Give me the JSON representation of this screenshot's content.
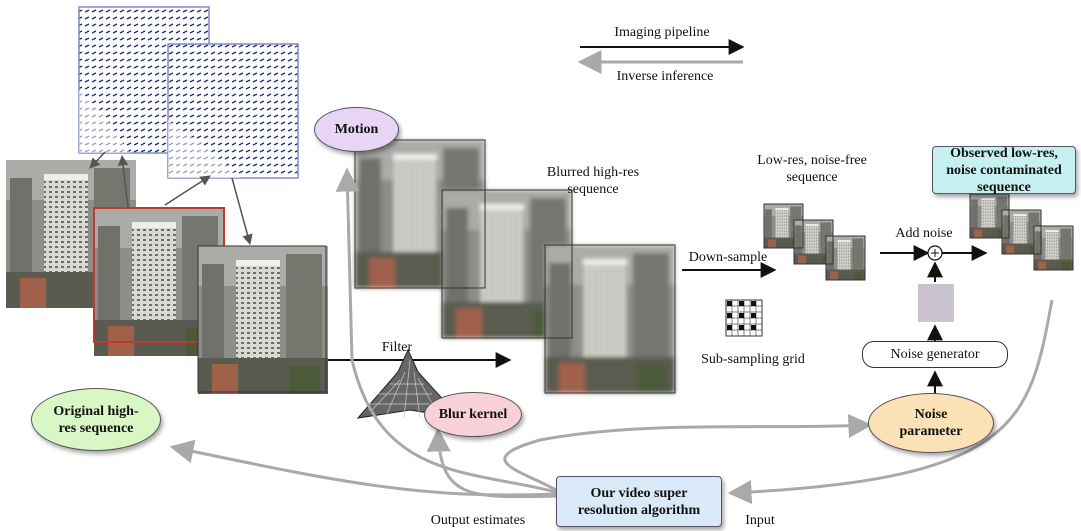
{
  "legend": {
    "forward": "Imaging pipeline",
    "inverse": "Inverse inference"
  },
  "nodes": {
    "motion": "Motion",
    "original": "Original high-res sequence",
    "blur_kernel": "Blur kernel",
    "noise_parameter": "Noise parameter",
    "observed": "Observed low-res, noise contaminated sequence",
    "algorithm": "Our video super resolution algorithm"
  },
  "labels": {
    "blurred": "Blurred high-res sequence",
    "lowres_clean": "Low-res, noise-free sequence",
    "filter": "Filter",
    "downsample": "Down-sample",
    "subsampling": "Sub-sampling grid",
    "add_noise": "Add noise",
    "noise_generator": "Noise generator",
    "output_estimates": "Output estimates",
    "input": "Input"
  },
  "colors": {
    "motion_fill": "#e8d4f4",
    "original_fill": "#d8f7c4",
    "blur_fill": "#f7d1d6",
    "noise_fill": "#fbe1b6",
    "observed_fill": "#c6f0f1",
    "algorithm_fill": "#d9e9f8",
    "forward_arrow": "#111111",
    "inverse_arrow": "#a9a9a9",
    "highlight_frame": "#c0392b"
  }
}
